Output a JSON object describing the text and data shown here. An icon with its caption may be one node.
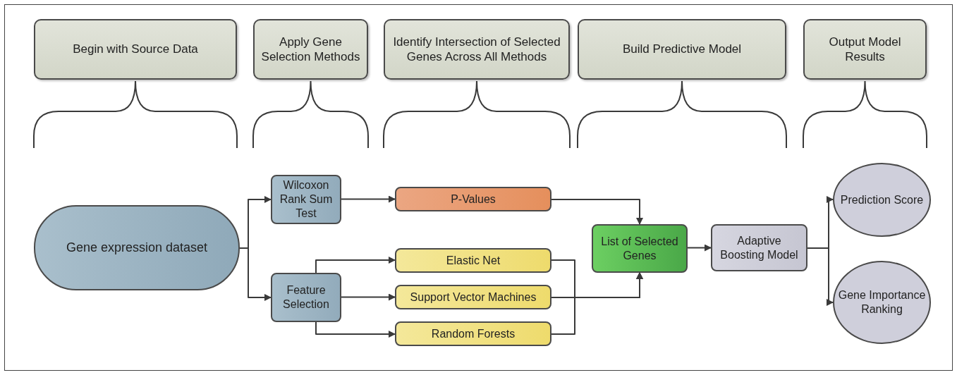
{
  "diagram": {
    "nodes": [
      {
        "text": [
          "Begin with Source Data"
        ]
      },
      {
        "text": [
          "Apply Gene Selection Methods"
        ]
      },
      {
        "text": [
          "Identify Intersection of Selected Genes Across All Methods"
        ]
      },
      {
        "text": [
          "Build Predictive Model"
        ]
      },
      {
        "text": [
          "Output Model Results"
        ]
      },
      {
        "text": [
          "Gene expression dataset"
        ]
      },
      {
        "text": [
          "Wilcoxon Rank Sum Test"
        ]
      },
      {
        "text": [
          "P-Values"
        ]
      },
      {
        "text": [
          "Feature Selection"
        ]
      },
      {
        "text": [
          "Elastic Net"
        ]
      },
      {
        "text": [
          "Support Vector Machines"
        ]
      },
      {
        "text": [
          "Random Forests"
        ]
      },
      {
        "text": [
          "List of Selected Genes"
        ]
      },
      {
        "text": [
          "Adaptive Boosting Model"
        ]
      },
      {
        "text": [
          "Prediction Score"
        ]
      },
      {
        "text": [
          "Gene Importance Ranking"
        ]
      }
    ],
    "edges": [
      {
        "from": 5,
        "to": 6,
        "arrow": "to"
      },
      {
        "from": 5,
        "to": 8,
        "arrow": "to"
      },
      {
        "from": 6,
        "to": 7,
        "arrow": "to"
      },
      {
        "from": 7,
        "to": 12,
        "arrow": "to"
      },
      {
        "from": 8,
        "to": 9,
        "arrow": "to"
      },
      {
        "from": 8,
        "to": 10,
        "arrow": "to"
      },
      {
        "from": 8,
        "to": 11,
        "arrow": "to"
      },
      {
        "from": 9,
        "to": 12,
        "arrow": "to"
      },
      {
        "from": 10,
        "to": 12,
        "arrow": "to"
      },
      {
        "from": 11,
        "to": 12,
        "arrow": "to"
      },
      {
        "from": 12,
        "to": 13,
        "arrow": "to"
      },
      {
        "from": 13,
        "to": 14,
        "arrow": "to"
      },
      {
        "from": 13,
        "to": 15,
        "arrow": "to"
      }
    ]
  }
}
